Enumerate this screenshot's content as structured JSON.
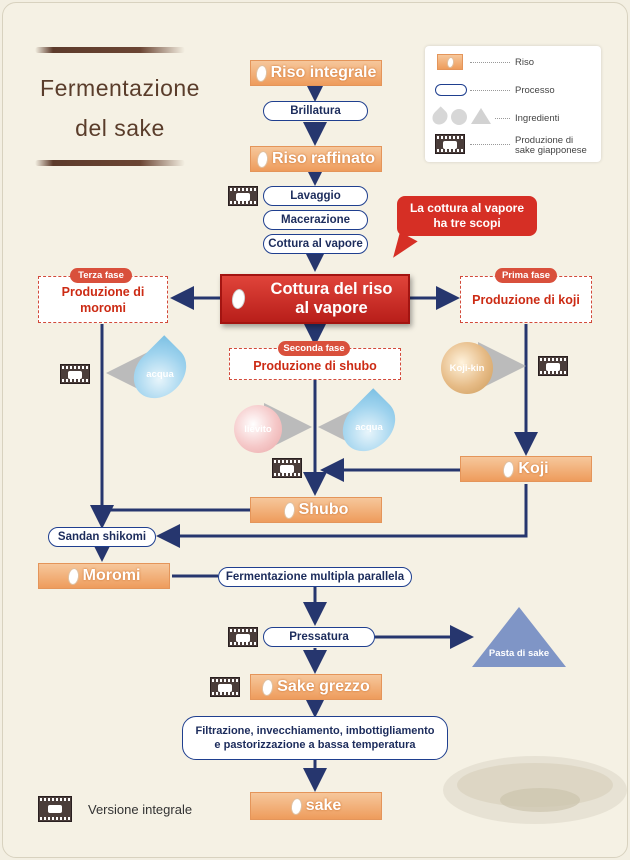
{
  "title": {
    "line1": "Fermentazione",
    "line2": "del sake"
  },
  "legend": {
    "riso": "Riso",
    "processo": "Processo",
    "ingredienti": "Ingredienti",
    "produzione": "Produzione di sake giapponese"
  },
  "rice": {
    "riso_integrale": "Riso integrale",
    "riso_raffinato": "Riso raffinato",
    "koji": "Koji",
    "shubo": "Shubo",
    "moromi": "Moromi",
    "sake_grezzo": "Sake grezzo",
    "sake": "sake"
  },
  "process": {
    "brillatura": "Brillatura",
    "lavaggio": "Lavaggio",
    "macerazione": "Macerazione",
    "cottura": "Cottura al vapore",
    "sandan": "Sandan shikomi",
    "fermentazione": "Fermentazione multipla parallela",
    "pressatura": "Pressatura",
    "filtrazione_1": "Filtrazione, invecchiamento, imbottigliamento",
    "filtrazione_2": "e pastorizzazione a bassa temperatura"
  },
  "main": {
    "line1": "Cottura del riso",
    "line2": "al vapore"
  },
  "callout": {
    "line1": "La cottura al vapore",
    "line2": "ha tre scopi"
  },
  "phases": {
    "terza_tag": "Terza fase",
    "terza_line1": "Produzione di",
    "terza_line2": "moromi",
    "seconda_tag": "Seconda fase",
    "seconda": "Produzione di shubo",
    "prima_tag": "Prima fase",
    "prima": "Produzione di koji"
  },
  "ingredients": {
    "acqua_left": "acqua",
    "acqua_mid": "acqua",
    "lievito": "lievito",
    "koji_kin": "Koji-kin",
    "pasta": "Pasta di sake"
  },
  "footer": {
    "versione": "Versione integrale"
  },
  "colors": {
    "rice_orange": "#ee9c5c",
    "process_blue": "#1f3f8f",
    "phase_red": "#cc2b14",
    "arrow_navy": "#26366e"
  }
}
